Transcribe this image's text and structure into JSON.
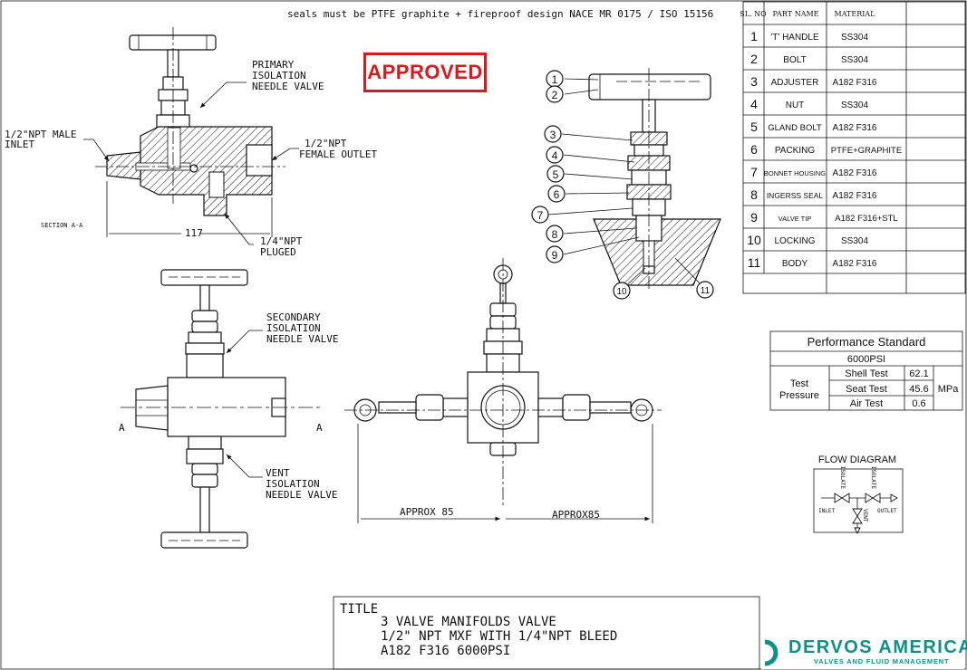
{
  "note": "seals must be PTFE graphite + fireproof design NACE MR 0175 / ISO 15156",
  "stamp": "APPROVED",
  "section_view": {
    "primary_valve": [
      "PRIMARY",
      "ISOLATION",
      "NEEDLE VALVE"
    ],
    "inlet": [
      "1/2\"NPT MALE",
      "INLET"
    ],
    "outlet": [
      "1/2\"NPT",
      "FEMALE OUTLET"
    ],
    "plug": [
      "1/4\"NPT",
      "PLUGED"
    ],
    "section_label": "SECTION A-A",
    "dimension": "117"
  },
  "front_view": {
    "secondary_valve": [
      "SECONDARY",
      "ISOLATION",
      "NEEDLE VALVE"
    ],
    "vent_valve": [
      "VENT",
      "ISOLATION",
      "NEEDLE VALVE"
    ],
    "section_mark_left": "A",
    "section_mark_right": "A"
  },
  "top_view": {
    "dim_left": "APPROX 85",
    "dim_right": "APPROX85"
  },
  "balloons": [
    "1",
    "2",
    "3",
    "4",
    "5",
    "6",
    "7",
    "8",
    "9",
    "10",
    "11"
  ],
  "parts_table": {
    "headers": [
      "SL. NO",
      "PART NAME",
      "MATERIAL"
    ],
    "rows": [
      {
        "no": "1",
        "part": "'T' HANDLE",
        "material": "SS304"
      },
      {
        "no": "2",
        "part": "BOLT",
        "material": "SS304"
      },
      {
        "no": "3",
        "part": "ADJUSTER",
        "material": "A182 F316"
      },
      {
        "no": "4",
        "part": "NUT",
        "material": "SS304"
      },
      {
        "no": "5",
        "part": "GLAND BOLT",
        "material": "A182 F316"
      },
      {
        "no": "6",
        "part": "PACKING",
        "material": "PTFE+GRAPHITE"
      },
      {
        "no": "7",
        "part": "BONNET HOUSING",
        "material": "A182 F316"
      },
      {
        "no": "8",
        "part": "INGERSS SEAL",
        "material": "A182 F316"
      },
      {
        "no": "9",
        "part": "VALVE TIP",
        "material": "A182 F316+STL"
      },
      {
        "no": "10",
        "part": "LOCKING",
        "material": "SS304"
      },
      {
        "no": "11",
        "part": "BODY",
        "material": "A182 F316"
      }
    ]
  },
  "performance": {
    "title": "Performance Standard",
    "rating": "6000PSI",
    "group_label": [
      "Test",
      "Pressure"
    ],
    "unit": "MPa",
    "tests": [
      {
        "name": "Shell Test",
        "value": "62.1"
      },
      {
        "name": "Seat Test",
        "value": "45.6"
      },
      {
        "name": "Air Test",
        "value": "0.6"
      }
    ]
  },
  "flow_diagram": {
    "title": "FLOW DIAGRAM",
    "isolate_1": "ISOLATE",
    "isolate_2": "ISOLATE",
    "vent": "VENT",
    "inlet": "INLET",
    "outlet": "OUTLET"
  },
  "title_block": {
    "label": "TITLE",
    "lines": [
      "3 VALVE MANIFOLDS VALVE",
      "1/2\" NPT MXF WITH 1/4\"NPT BLEED",
      "A182 F316 6000PSI"
    ]
  },
  "logo": {
    "brand": "DERVOS AMERICA",
    "tagline": "VALVES AND FLUID MANAGEMENT",
    "color": "#0f8f8a"
  },
  "colors": {
    "stamp": "#d71920",
    "line": "#111111"
  }
}
